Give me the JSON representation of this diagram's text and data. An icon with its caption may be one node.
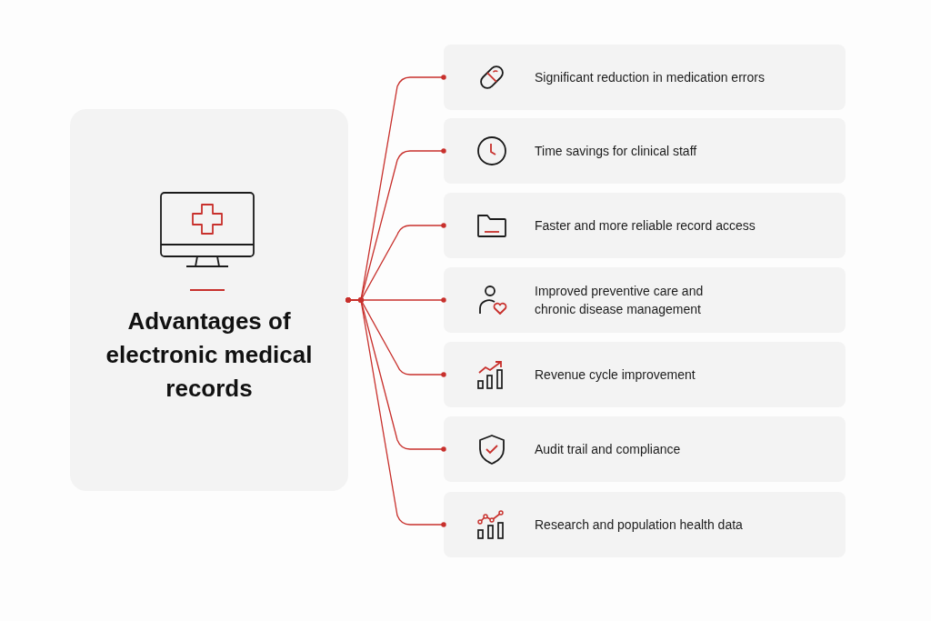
{
  "diagram": {
    "nodes": [
      {
        "text": [
          "Advantages of electronic medical records"
        ]
      },
      {
        "text": [
          "Significant reduction in medication errors"
        ]
      },
      {
        "text": [
          "Time savings for clinical staff"
        ]
      },
      {
        "text": [
          "Faster and more reliable record access"
        ]
      },
      {
        "text": [
          "Improved preventive care and chronic disease management"
        ]
      },
      {
        "text": [
          "Revenue cycle improvement"
        ]
      },
      {
        "text": [
          "Audit trail and compliance"
        ]
      },
      {
        "text": [
          "Research and population health data"
        ]
      }
    ],
    "edges": [
      {
        "from": 0,
        "to": 1,
        "arrow": "other"
      },
      {
        "from": 0,
        "to": 2,
        "arrow": "other"
      },
      {
        "from": 0,
        "to": 3,
        "arrow": "other"
      },
      {
        "from": 0,
        "to": 4,
        "arrow": "other"
      },
      {
        "from": 0,
        "to": 5,
        "arrow": "other"
      },
      {
        "from": 0,
        "to": 6,
        "arrow": "other"
      },
      {
        "from": 0,
        "to": 7,
        "arrow": "other"
      }
    ]
  }
}
